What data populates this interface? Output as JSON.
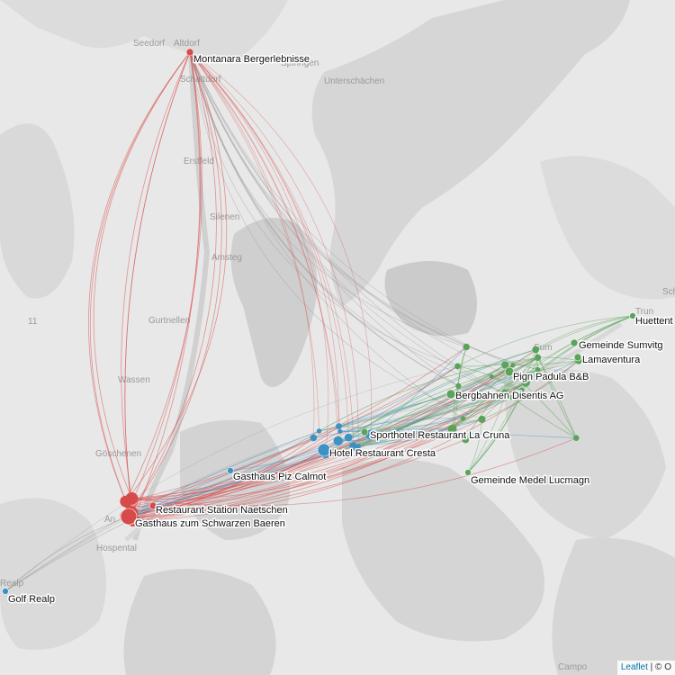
{
  "colors": {
    "red": "#d84a4a",
    "blue": "#3a93c3",
    "green": "#5ba35b",
    "gray_edge": "#9a9a9a",
    "terrain": "#d3d3d3",
    "background": "#e8e8e8"
  },
  "attribution": {
    "leaflet": "Leaflet",
    "separator": " | © O"
  },
  "places": [
    {
      "id": "seedorf",
      "label": "Seedorf"
    },
    {
      "id": "altdorf",
      "label": "Altdorf"
    },
    {
      "id": "unterschaechen",
      "label": "Unterschächen"
    },
    {
      "id": "spiringen",
      "label": "Spiringen"
    },
    {
      "id": "schattdorf",
      "label": "Schattdorf"
    },
    {
      "id": "erstfeld",
      "label": "Erstfeld"
    },
    {
      "id": "silenen",
      "label": "Silenen"
    },
    {
      "id": "amsteg",
      "label": "Amsteg"
    },
    {
      "id": "gurtnellen",
      "label": "Gurtnellen"
    },
    {
      "id": "wassen",
      "label": "Wassen"
    },
    {
      "id": "goeschenen",
      "label": "Göschenen"
    },
    {
      "id": "hospental",
      "label": "Hospental"
    },
    {
      "id": "andermatt",
      "label": "An"
    },
    {
      "id": "trun",
      "label": "Trun"
    },
    {
      "id": "campo",
      "label": "Campo"
    },
    {
      "id": "realp",
      "label": "Realp"
    },
    {
      "id": "road11",
      "label": "11"
    },
    {
      "id": "sch",
      "label": "Sch"
    },
    {
      "id": "sum",
      "label": "Sum"
    }
  ],
  "nodes": [
    {
      "id": "montanara",
      "label": "Montanara Bergerlebnisse",
      "group": "red"
    },
    {
      "id": "schwarzen",
      "label": "Gasthaus zum Schwarzen Baeren",
      "group": "red"
    },
    {
      "id": "naetschen",
      "label": "Restaurant Station Naetschen",
      "group": "red"
    },
    {
      "id": "calmot",
      "label": "Gasthaus Piz Calmot",
      "group": "blue"
    },
    {
      "id": "cresta",
      "label": "Hotel Restaurant Cresta",
      "group": "blue"
    },
    {
      "id": "golf",
      "label": "Golf Realp",
      "group": "blue"
    },
    {
      "id": "cruna",
      "label": "Sporthotel Restaurant La Cruna",
      "group": "green"
    },
    {
      "id": "bergbahnen",
      "label": "Bergbahnen Disentis AG",
      "group": "green"
    },
    {
      "id": "padula",
      "label": "Pign Padula B&B",
      "group": "green"
    },
    {
      "id": "lamaventura",
      "label": "Lamaventura",
      "group": "green"
    },
    {
      "id": "sumvitg",
      "label": "Gemeinde Sumvitg",
      "group": "green"
    },
    {
      "id": "huetten",
      "label": "Huettent",
      "group": "green"
    },
    {
      "id": "medel",
      "label": "Gemeinde Medel Lucmagn",
      "group": "green"
    }
  ]
}
